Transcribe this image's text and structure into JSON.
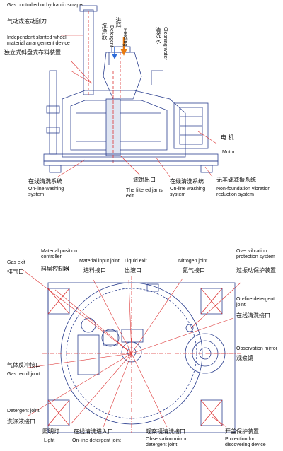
{
  "top_view": {
    "labels": {
      "gas_scraper_en": "Gas controlled or hydraulic scraper",
      "gas_scraper_cn": "气动或液动刮刀",
      "wheel_en": "Independent slanted wheel material arrangement device",
      "wheel_cn": "独立式斜盘式布料装置",
      "detergent_cn": "洗涤液",
      "detergent_en": "Detergent",
      "feeding_cn": "进料",
      "feeding_en": "Feeding",
      "cleaning_water_cn": "清洗水",
      "cleaning_water_en": "Cleaning water",
      "motor_cn": "电 机",
      "motor_en": "Motor",
      "online_wash_left_cn": "在线清洗系统",
      "online_wash_left_en": "On-line washing system",
      "filter_exit_cn": "滤饼出口",
      "filter_exit_en": "The filtered jams exit",
      "online_wash_mid_cn": "在线清洗系统",
      "online_wash_mid_en": "On-line washing system",
      "nonfound_cn": "无基础减振系统",
      "nonfound_en": "Non-foundation vibration reduction system"
    }
  },
  "bottom_view": {
    "labels": {
      "gas_exit_en": "Gas exit",
      "gas_exit_cn": "排气口",
      "mat_pos_en": "Material position controller",
      "mat_pos_cn": "料层控制器",
      "mat_input_en": "Material input joint",
      "mat_input_cn": "进料接口",
      "liquid_exit_en": "Liquid exit",
      "liquid_exit_cn": "出液口",
      "nitrogen_en": "Nitrogen joint",
      "nitrogen_cn": "氮气接口",
      "over_vib_en": "Over vibration protection system",
      "over_vib_cn": "过振动保护装置",
      "online_det_right_en": "On-line detergent joint",
      "online_det_right_cn": "在线清洗接口",
      "obs_mirror_en": "Observation mirror",
      "obs_mirror_cn": "观察镜",
      "gas_recoil_cn": "气体反冲接口",
      "gas_recoil_en": "Gas recoil joint",
      "det_joint_en": "Detergent joint",
      "det_joint_cn": "洗涤液接口",
      "light_cn": "照明灯",
      "light_en": "Light",
      "online_det_bottom_cn": "在线清洗进入口",
      "online_det_bottom_en": "On-line detergent joint",
      "obs_det_cn": "观察镜清洗接口",
      "obs_det_en": "Observation mirror detergent joint",
      "protect_cn": "开盖保护装置",
      "protect_en": "Protection for discovering device"
    }
  }
}
